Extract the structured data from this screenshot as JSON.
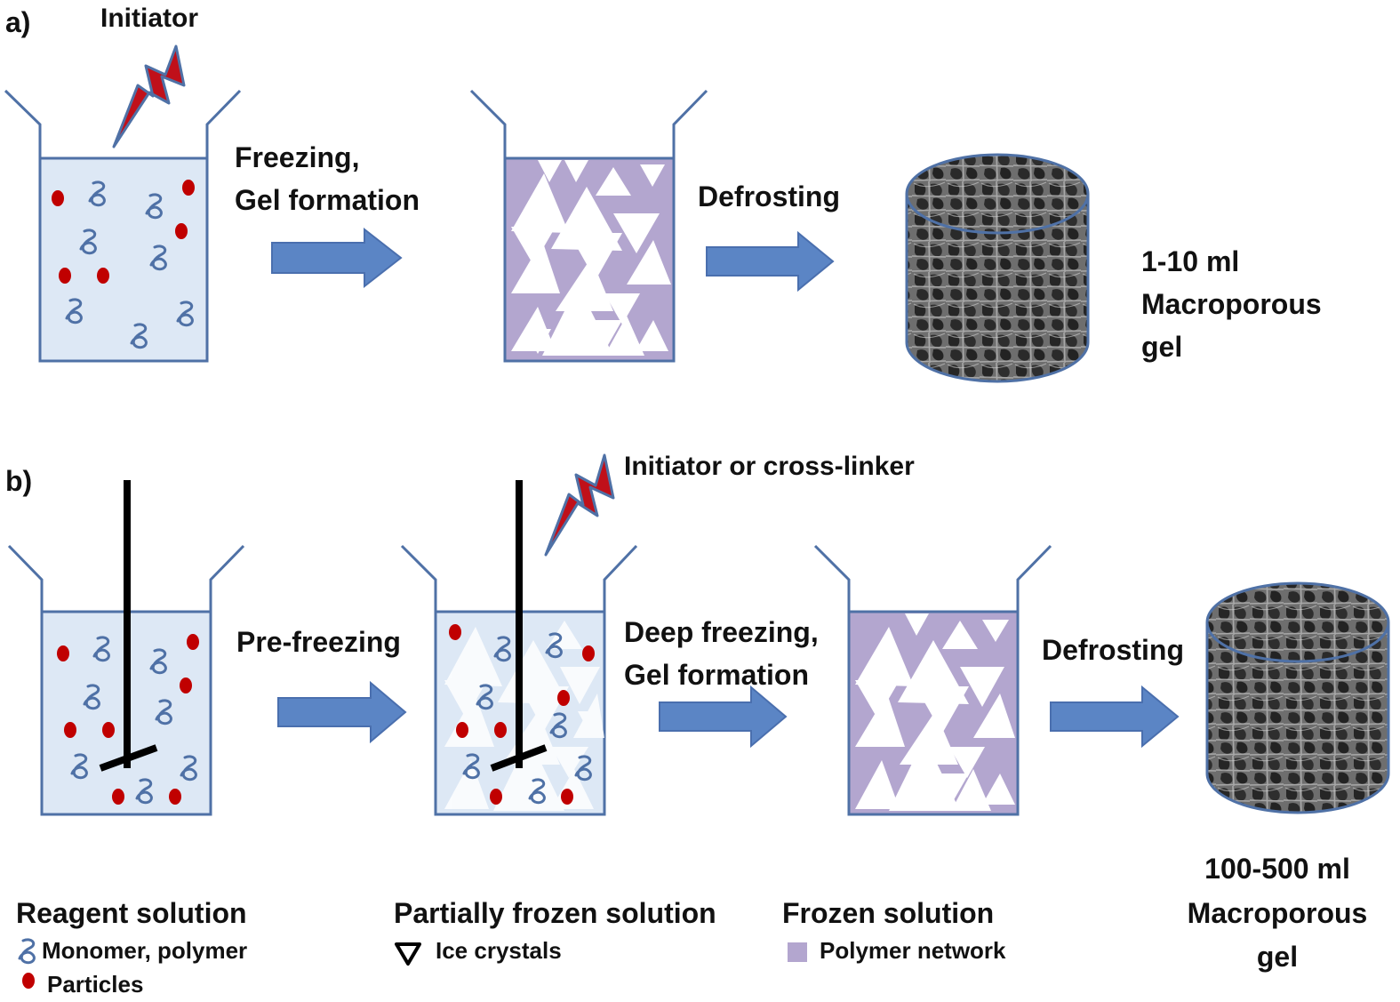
{
  "panel_a": {
    "label": "a)",
    "initiator_label": "Initiator",
    "step1_label_line1": "Freezing,",
    "step1_label_line2": "Gel formation",
    "step2_label": "Defrosting",
    "result_line1": "1-10 ml",
    "result_line2": "Macroporous",
    "result_line3": "gel"
  },
  "panel_b": {
    "label": "b)",
    "initiator_label": "Initiator or cross-linker",
    "step1_label": "Pre-freezing",
    "step2_label_line1": "Deep freezing,",
    "step2_label_line2": "Gel formation",
    "step3_label": "Defrosting",
    "result_line1": "100-500 ml",
    "result_line2": "Macroporous",
    "result_line3": "gel"
  },
  "legend": {
    "reagent_title": "Reagent solution",
    "monomer_label": "Monomer, polymer",
    "particles_label": "Particles",
    "partial_title": "Partially frozen solution",
    "ice_label": "Ice crystals",
    "frozen_title": "Frozen solution",
    "polymer_label": "Polymer network"
  },
  "colors": {
    "beaker_outline": "#4f71a6",
    "solution_fill": "#dde8f5",
    "frozen_fill": "#b3a6cf",
    "arrow_fill": "#5b85c5",
    "particle": "#c00000",
    "lightning": "#c0101a",
    "gel_dark": "#3a3a3a"
  }
}
